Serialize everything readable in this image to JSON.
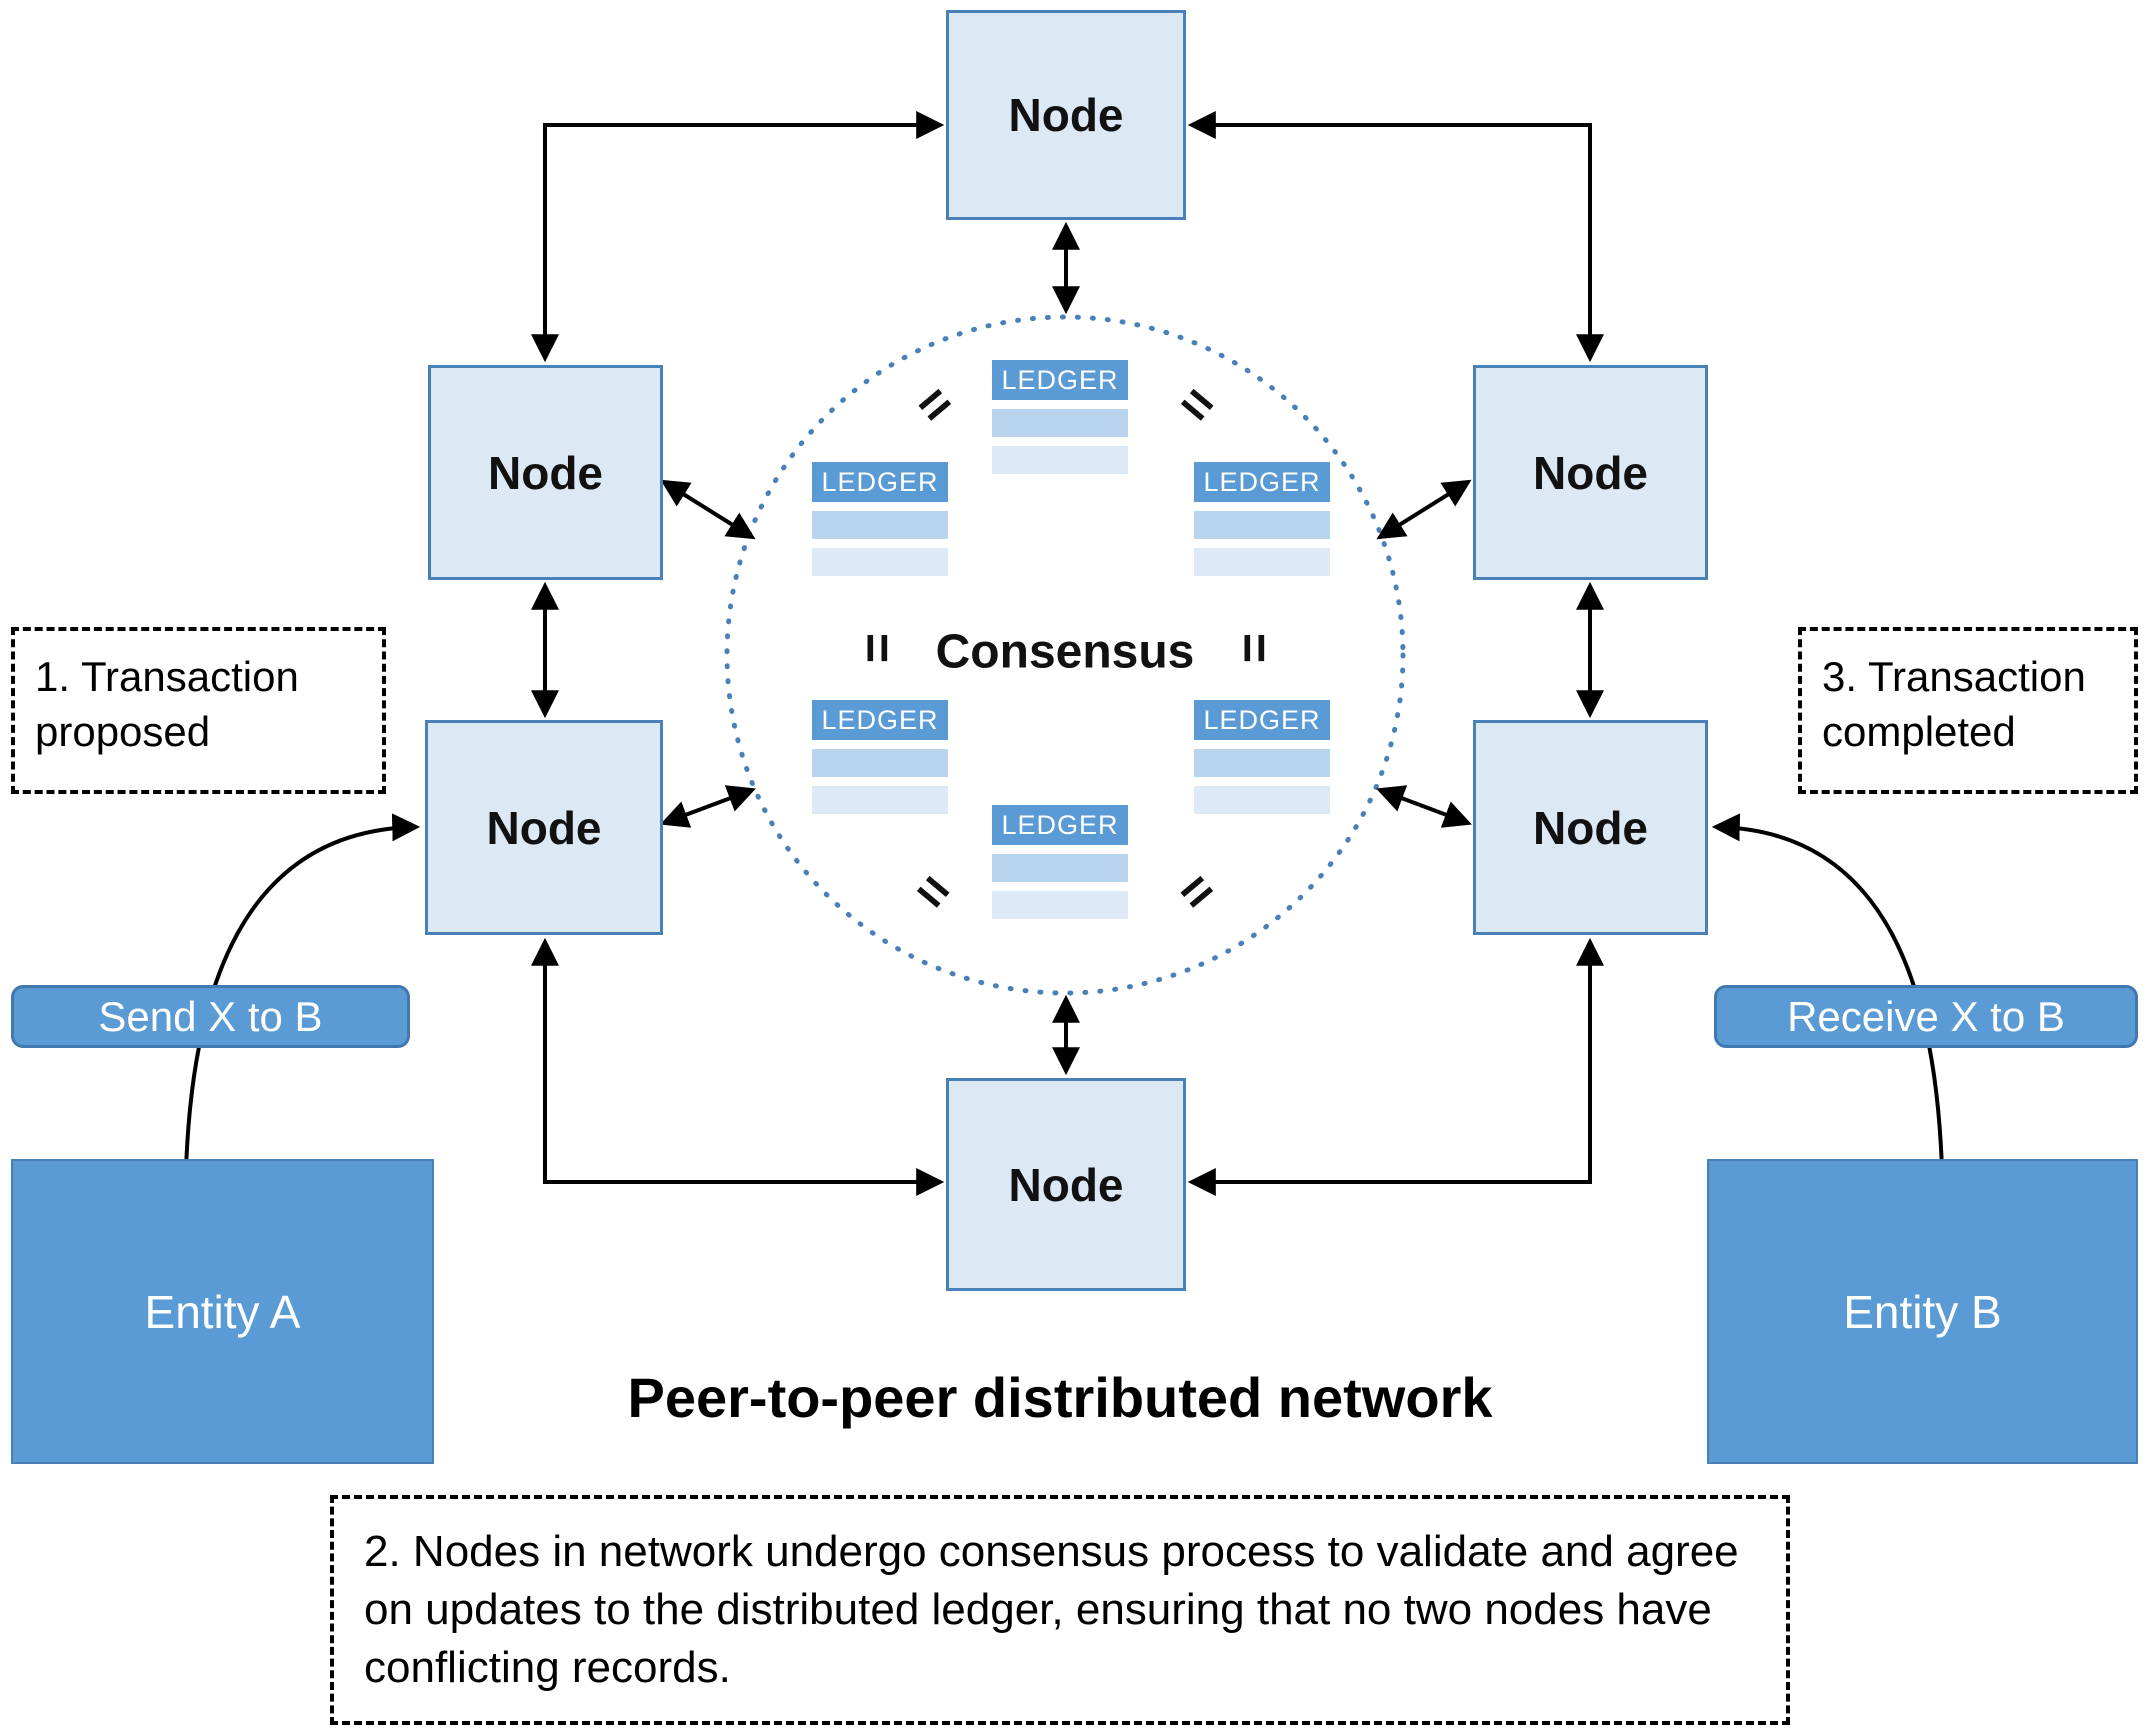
{
  "title": "Peer-to-peer distributed network",
  "nodes": {
    "label": "Node"
  },
  "consensus": {
    "label": "Consensus",
    "ledger_label": "LEDGER",
    "equals_glyph": "="
  },
  "steps": {
    "step1": "1. Transaction proposed",
    "step2": "2. Nodes in network undergo consensus process to validate and agree on updates to the distributed ledger, ensuring that no two nodes have conflicting records.",
    "step3": "3. Transaction completed"
  },
  "entities": {
    "entity_a": "Entity A",
    "entity_b": "Entity B"
  },
  "transaction_labels": {
    "send": "Send X to B",
    "receive": "Receive X to B"
  },
  "colors": {
    "node_fill": "#dce9f5",
    "node_border": "#4a80b8",
    "entity_fill": "#5b9bd5",
    "ledger_header": "#5b9bd5",
    "ledger_row_dark": "#b9d5ee",
    "ledger_row_light": "#dde9f6",
    "consensus_circle": "#4a80b8",
    "arrow": "#000000"
  }
}
